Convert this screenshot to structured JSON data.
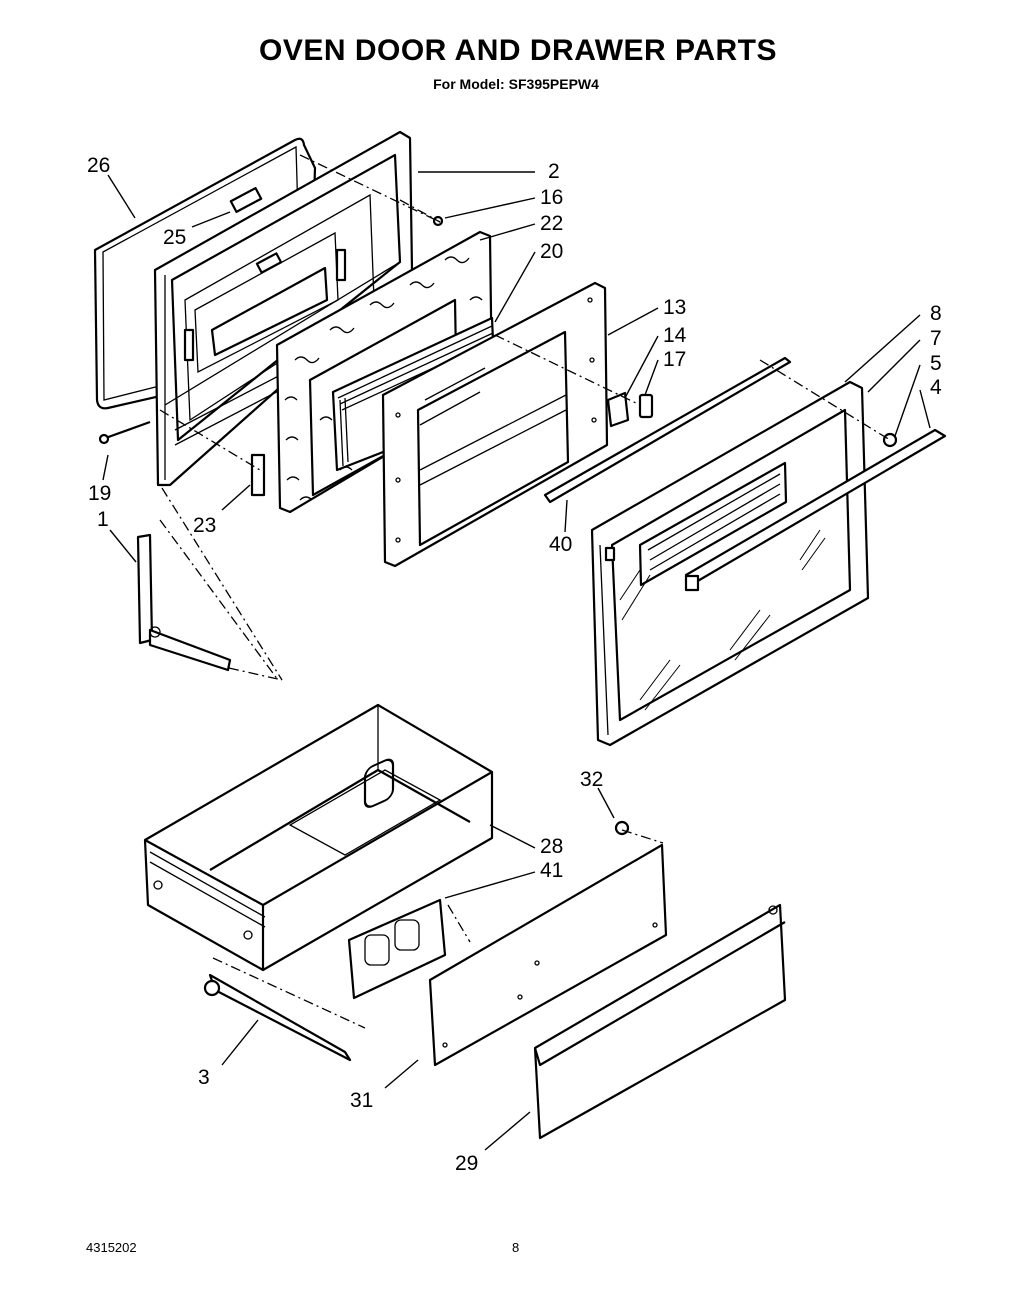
{
  "header": {
    "title": "OVEN DOOR AND DRAWER PARTS",
    "model_label": "For Model:",
    "model_number": "SF395PEPW4"
  },
  "footer": {
    "part_number": "4315202",
    "page_number": "8"
  },
  "callouts": {
    "c1": "1",
    "c2": "2",
    "c3": "3",
    "c4": "4",
    "c5": "5",
    "c7": "7",
    "c8": "8",
    "c13": "13",
    "c14": "14",
    "c16": "16",
    "c17": "17",
    "c19": "19",
    "c20": "20",
    "c22": "22",
    "c23": "23",
    "c25": "25",
    "c26": "26",
    "c28": "28",
    "c29": "29",
    "c31": "31",
    "c32": "32",
    "c40": "40",
    "c41": "41"
  }
}
